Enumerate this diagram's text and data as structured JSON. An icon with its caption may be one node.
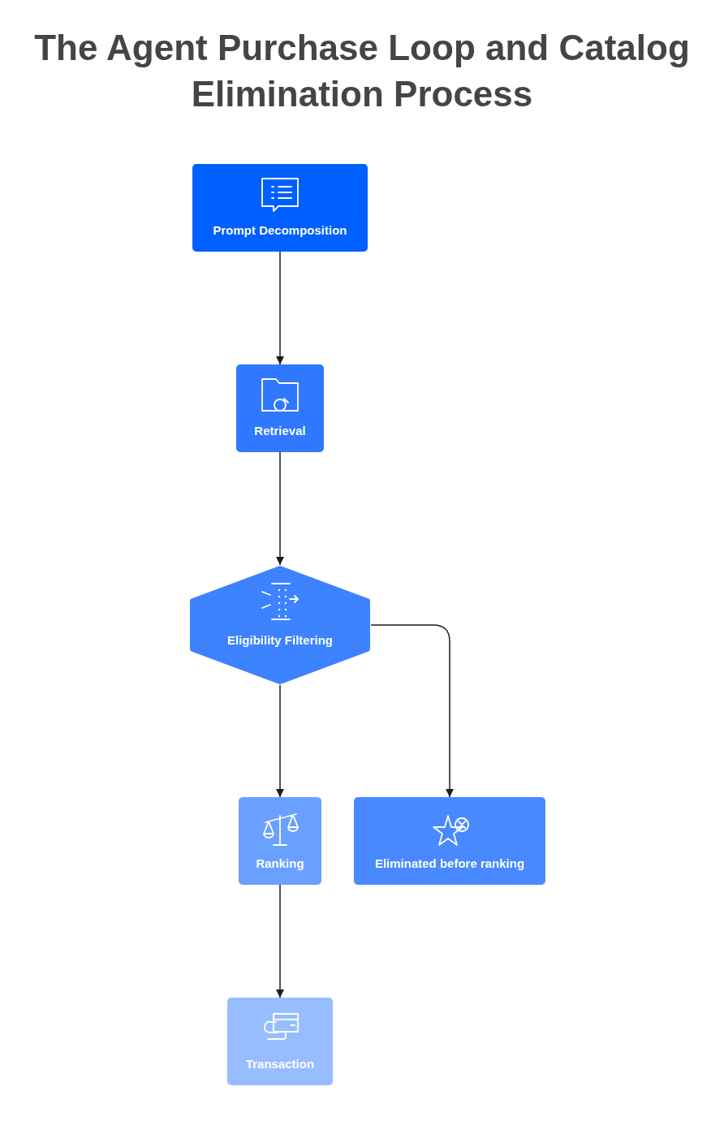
{
  "diagram": {
    "title": "The Agent Purchase Loop and Catalog Elimination Process",
    "nodes": [
      {
        "text": [
          "Prompt Decomposition"
        ]
      },
      {
        "text": [
          "Retrieval"
        ]
      },
      {
        "text": [
          "Eligibility Filtering"
        ]
      },
      {
        "text": [
          "Ranking"
        ]
      },
      {
        "text": [
          "Eliminated before ranking"
        ]
      },
      {
        "text": [
          "Transaction"
        ]
      }
    ],
    "edges": [
      {
        "from": 0,
        "to": 1,
        "arrow": "to"
      },
      {
        "from": 1,
        "to": 2,
        "arrow": "to"
      },
      {
        "from": 2,
        "to": 3,
        "arrow": "to"
      },
      {
        "from": 2,
        "to": 4,
        "arrow": "to"
      },
      {
        "from": 3,
        "to": 5,
        "arrow": "to"
      }
    ]
  }
}
